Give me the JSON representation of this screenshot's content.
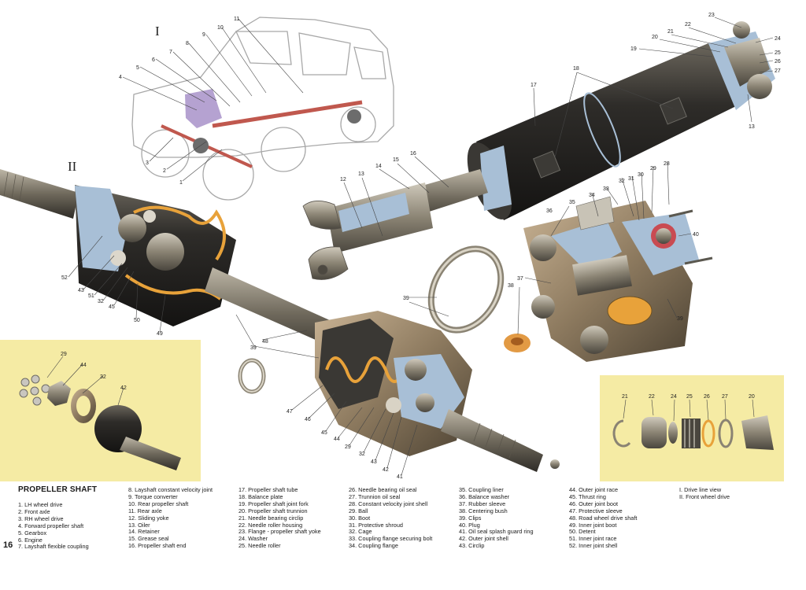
{
  "title": "PROPELLER SHAFT",
  "page_number": "16",
  "view_labels": {
    "I": "I",
    "II": "II"
  },
  "colors": {
    "panel": "#f5eba4",
    "section_blue": "#a8bfd6",
    "metal_dark": "#3c3a36",
    "grease_orange": "#e8a23a",
    "car_sketch": "#b9b9b9",
    "shaft_red": "#c0584e",
    "gearbox_purple": "#a892c9"
  },
  "callouts": {
    "c1": "1",
    "c2": "2",
    "c3": "3",
    "c4": "4",
    "c5": "5",
    "c6": "6",
    "c7": "7",
    "c8": "8",
    "c9": "9",
    "c10": "10",
    "c11": "11",
    "c12": "12",
    "c13a": "13",
    "c13b": "13",
    "c14": "14",
    "c15": "15",
    "c16": "16",
    "c17": "17",
    "c18": "18",
    "c19": "19",
    "c20": "20",
    "c21": "21",
    "c22": "22",
    "c23": "23",
    "c24": "24",
    "c25": "25",
    "c26": "26",
    "c27": "27",
    "c28": "28",
    "c29": "29",
    "c30": "30",
    "c31": "31",
    "c32": "32",
    "c33": "33",
    "c34": "34",
    "c35": "35",
    "c36": "36",
    "c37": "37",
    "c38": "38",
    "c39": "39",
    "c40": "40",
    "c39b": "39",
    "c52": "52",
    "c43": "43",
    "c51": "51",
    "c32b": "32",
    "c45": "45",
    "c50": "50",
    "c49": "49",
    "c48": "48",
    "c39c": "39",
    "c47": "47",
    "c46": "46",
    "c45b": "45",
    "c44": "44",
    "c29b": "29",
    "c32c": "32",
    "c43b": "43",
    "c42": "42",
    "c41": "41",
    "c39d": "39",
    "p29": "29",
    "p44": "44",
    "p32": "32",
    "p42": "42",
    "r21": "21",
    "r22": "22",
    "r24": "24",
    "r25": "25",
    "r26": "26",
    "r27": "27",
    "r20": "20"
  },
  "legend": {
    "col1": [
      "1. LH wheel drive",
      "2. Front axle",
      "3. RH wheel drive",
      "4. Forward propeller shaft",
      "5. Gearbox",
      "6. Engine",
      "7. Layshaft flexible coupling"
    ],
    "col2": [
      "8. Layshaft constant velocity joint",
      "9. Torque converter",
      "10. Rear propeller shaft",
      "11. Rear axle",
      "12. Sliding yoke",
      "13. Oiler",
      "14. Retainer",
      "15. Grease seal",
      "16. Propeller shaft end"
    ],
    "col3": [
      "17. Propeller shaft tube",
      "18. Balance plate",
      "19. Propeller shaft joint fork",
      "20. Propeller shaft trunnion",
      "21. Needle bearing circlip",
      "22. Needle roller housing",
      "23. Flange - propeller shaft yoke",
      "24. Washer",
      "25. Needle roller"
    ],
    "col4": [
      "26. Needle bearing oil seal",
      "27. Trunnion oil seal",
      "28. Constant velocity joint shell",
      "29. Ball",
      "30. Boot",
      "31. Protective shroud",
      "32. Cage",
      "33. Coupling flange securing bolt",
      "34. Coupling flange"
    ],
    "col5": [
      "35. Coupling liner",
      "36. Balance washer",
      "37. Rubber sleeve",
      "38. Centering bush",
      "39. Clips",
      "40. Plug",
      "41. Oil seal splash guard ring",
      "42. Outer joint shell",
      "43. Circlip"
    ],
    "col6": [
      "44. Outer joint race",
      "45. Thrust ring",
      "46. Outer joint boot",
      "47. Protective sleeve",
      "48. Road wheel drive shaft",
      "49. Inner joint boot",
      "50. Detent",
      "51. Inner joint race",
      "52. Inner joint shell"
    ],
    "col7": [
      "I.   Drive line view",
      "II.  Front wheel drive"
    ]
  }
}
